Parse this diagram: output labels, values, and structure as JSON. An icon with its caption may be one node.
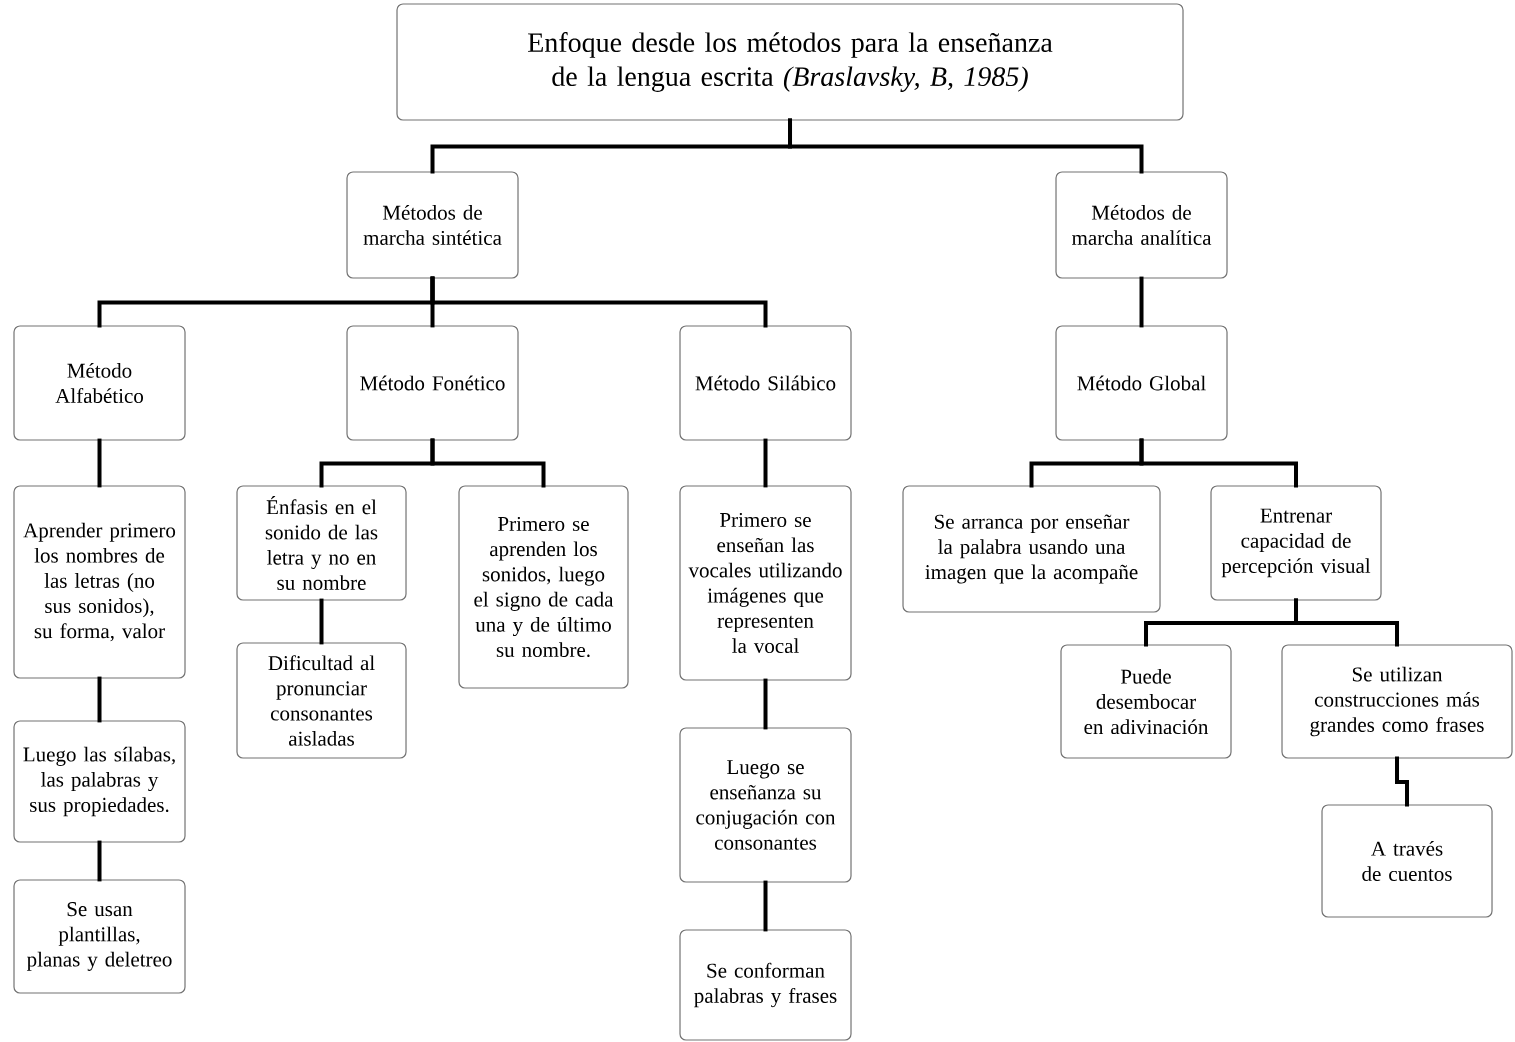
{
  "diagram": {
    "nodes": [
      {
        "text": [
          "Enfoque desde los métodos para la enseñanza de la lengua escrita *(Braslavsky, B, 1985)*"
        ]
      },
      {
        "text": [
          "Métodos de marcha sintética"
        ]
      },
      {
        "text": [
          "Métodos de marcha analítica"
        ]
      },
      {
        "text": [
          "Método Alfabético"
        ]
      },
      {
        "text": [
          "Método Fonético"
        ]
      },
      {
        "text": [
          "Método Silábico"
        ]
      },
      {
        "text": [
          "Método Global"
        ]
      },
      {
        "text": [
          "Aprender primero los nombres de las letras (no sus sonidos), su forma, valor"
        ]
      },
      {
        "text": [
          "Luego las sílabas, las palabras y sus propiedades."
        ]
      },
      {
        "text": [
          "Se usan plantillas, planas y deletreo"
        ]
      },
      {
        "text": [
          "Énfasis en el sonido de las letra y no en su nombre"
        ]
      },
      {
        "text": [
          "Dificultad al pronunciar consonantes aisladas"
        ]
      },
      {
        "text": [
          "Primero se aprenden los sonidos, luego el signo de cada una y de último su nombre."
        ]
      },
      {
        "text": [
          "Primero se enseñan las vocales utilizando imágenes que representen la vocal"
        ]
      },
      {
        "text": [
          "Luego se enseñanza su conjugación con consonantes"
        ]
      },
      {
        "text": [
          "Se conforman palabras y frases"
        ]
      },
      {
        "text": [
          "Se arranca por enseñar la palabra usando una imagen que la acompañe"
        ]
      },
      {
        "text": [
          "Entrenar capacidad de percepción visual"
        ]
      },
      {
        "text": [
          "Puede desembocar en adivinación"
        ]
      },
      {
        "text": [
          "Se utilizan construcciones más grandes como frases"
        ]
      },
      {
        "text": [
          "A través de cuentos"
        ]
      }
    ],
    "edges": [
      {
        "from": 0,
        "to": 1,
        "arrow": "none"
      },
      {
        "from": 0,
        "to": 2,
        "arrow": "none"
      },
      {
        "from": 1,
        "to": 3,
        "arrow": "none"
      },
      {
        "from": 1,
        "to": 4,
        "arrow": "none"
      },
      {
        "from": 1,
        "to": 5,
        "arrow": "none"
      },
      {
        "from": 2,
        "to": 6,
        "arrow": "none"
      },
      {
        "from": 3,
        "to": 7,
        "arrow": "none"
      },
      {
        "from": 7,
        "to": 8,
        "arrow": "none"
      },
      {
        "from": 8,
        "to": 9,
        "arrow": "none"
      },
      {
        "from": 4,
        "to": 10,
        "arrow": "none"
      },
      {
        "from": 4,
        "to": 12,
        "arrow": "none"
      },
      {
        "from": 10,
        "to": 11,
        "arrow": "none"
      },
      {
        "from": 5,
        "to": 13,
        "arrow": "none"
      },
      {
        "from": 13,
        "to": 14,
        "arrow": "none"
      },
      {
        "from": 14,
        "to": 15,
        "arrow": "none"
      },
      {
        "from": 6,
        "to": 16,
        "arrow": "none"
      },
      {
        "from": 6,
        "to": 17,
        "arrow": "none"
      },
      {
        "from": 17,
        "to": 18,
        "arrow": "none"
      },
      {
        "from": 17,
        "to": 19,
        "arrow": "none"
      },
      {
        "from": 19,
        "to": 20,
        "arrow": "none"
      }
    ]
  }
}
